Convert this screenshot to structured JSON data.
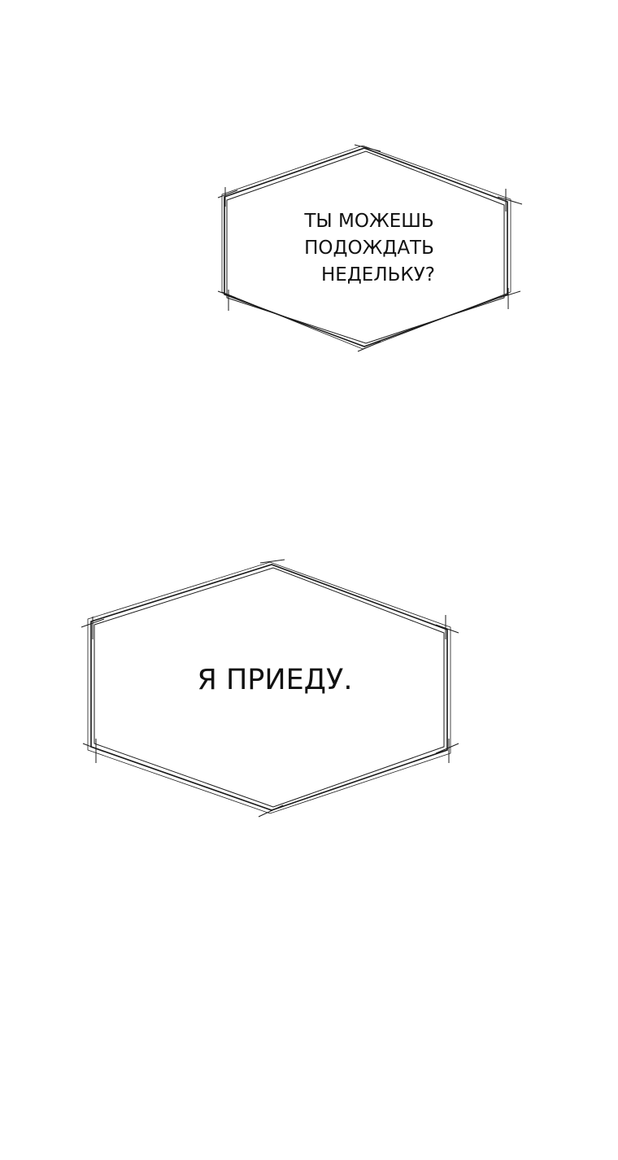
{
  "bubbles": [
    {
      "lines": [
        "ТЫ МОЖЕШЬ",
        "ПОДОЖДАТЬ",
        "НЕДЕЛЬКУ?"
      ]
    },
    {
      "lines": [
        "Я ПРИЕДУ."
      ]
    }
  ],
  "colors": {
    "background": "#ffffff",
    "outline": "#1a1a1a",
    "text": "#111111"
  }
}
